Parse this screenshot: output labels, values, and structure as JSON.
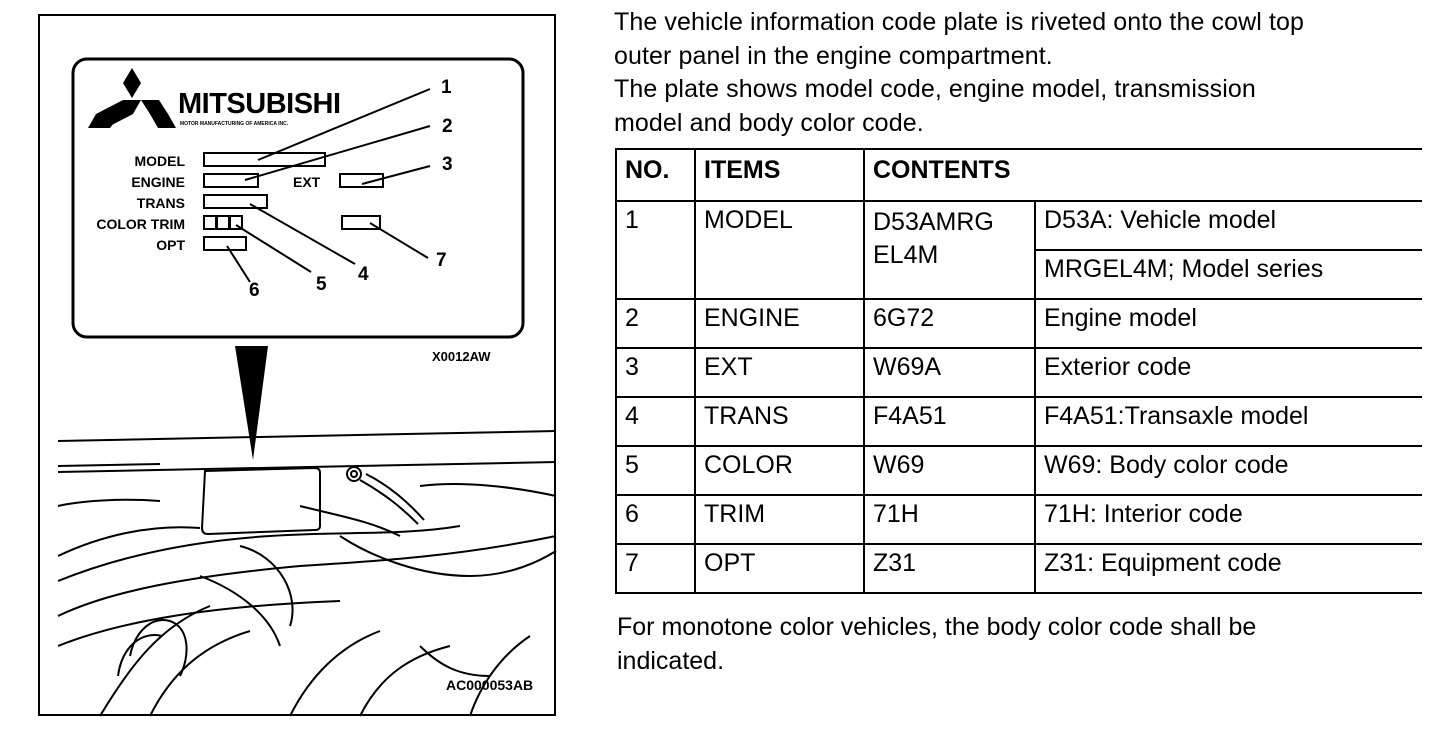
{
  "figure": {
    "brand": "MITSUBISHI",
    "brand_subtext": "MOTOR MANUFACTURING OF AMERICA INC.",
    "plate_labels": {
      "model": "MODEL",
      "engine": "ENGINE",
      "ext": "EXT",
      "trans": "TRANS",
      "color_trim": "COLOR TRIM",
      "opt": "OPT"
    },
    "callouts": [
      "1",
      "2",
      "3",
      "4",
      "5",
      "6",
      "7"
    ],
    "plate_ref": "X0012AW",
    "figure_ref": "AC000053AB"
  },
  "intro": {
    "line1": "The vehicle information code plate is riveted onto the cowl top",
    "line2": "outer panel in the engine compartment.",
    "line3": "The plate shows model code, engine model, transmission",
    "line4": "model and body color code."
  },
  "table": {
    "headers": {
      "no": "NO.",
      "items": "ITEMS",
      "contents": "CONTENTS"
    },
    "rows": [
      {
        "no": "1",
        "item": "MODEL",
        "code_line1": "D53AMRG",
        "code_line2": "EL4M",
        "desc1": "D53A: Vehicle model",
        "desc2": "MRGEL4M; Model series"
      },
      {
        "no": "2",
        "item": "ENGINE",
        "code": "6G72",
        "desc": "Engine model"
      },
      {
        "no": "3",
        "item": "EXT",
        "code": "W69A",
        "desc": "Exterior code"
      },
      {
        "no": "4",
        "item": "TRANS",
        "code": "F4A51",
        "desc": "F4A51:Transaxle model"
      },
      {
        "no": "5",
        "item": "COLOR",
        "code": "W69",
        "desc": "W69: Body color code"
      },
      {
        "no": "6",
        "item": "TRIM",
        "code": "71H",
        "desc": "71H: Interior code"
      },
      {
        "no": "7",
        "item": "OPT",
        "code": "Z31",
        "desc": "Z31: Equipment code"
      }
    ]
  },
  "footnote": {
    "line1": "For monotone color vehicles, the body color code shall be",
    "line2": "indicated."
  }
}
